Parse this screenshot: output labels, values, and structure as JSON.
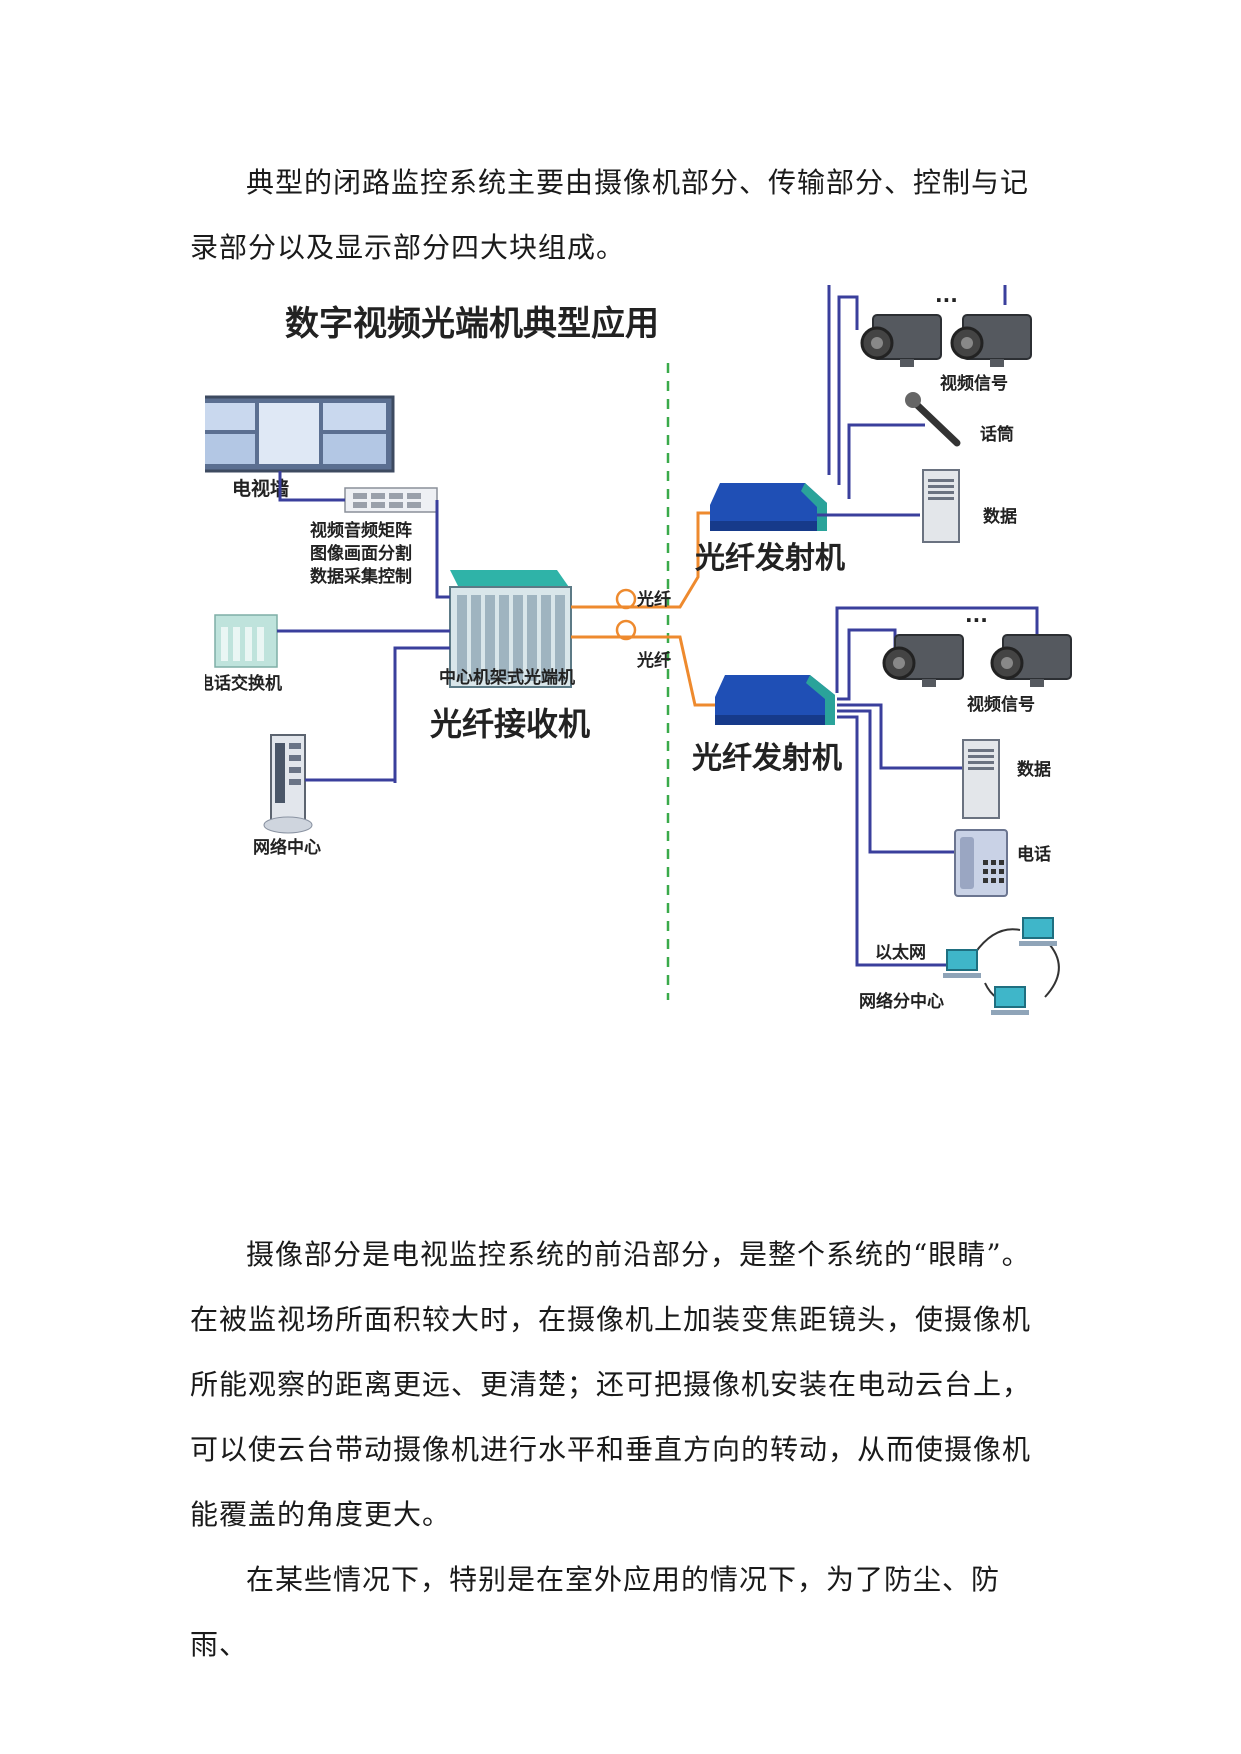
{
  "paragraphs": [
    "典型的闭路监控系统主要由摄像机部分、传输部分、控制与记录部分以及显示部分四大块组成。",
    "摄像部分是电视监控系统的前沿部分，是整个系统的“眼睛”。在被监视场所面积较大时，在摄像机上加装变焦距镜头，使摄像机所能观察的距离更远、更清楚；还可把摄像机安装在电动云台上，可以使云台带动摄像机进行水平和垂直方向的转动，从而使摄像机能覆盖的角度更大。",
    "在某些情况下，特别是在室外应用的情况下，为了防尘、防雨、"
  ],
  "figure": {
    "title": "数字视频光端机典型应用",
    "video_wall_label": "电视墙",
    "matrix_labels": [
      "视频音频矩阵",
      "图像画面分割",
      "数据采集控制"
    ],
    "phone_exchange_label": "电话交换机",
    "network_center_label": "网络中心",
    "rack_label": "中心机架式光端机",
    "receiver_label": "光纤接收机",
    "fiber_label_top": "光纤",
    "fiber_label_bottom": "光纤",
    "transmitter_top_label": "光纤发射机",
    "transmitter_bottom_label": "光纤发射机",
    "ellipsis_top": "···",
    "ellipsis_bottom": "···",
    "video_signal_top": "视频信号",
    "mic_label": "话筒",
    "data_top": "数据",
    "video_signal_bottom": "视频信号",
    "data_bottom": "数据",
    "phone_label": "电话",
    "ethernet_label": "以太网",
    "sub_center_label": "网络分中心",
    "colors": {
      "wire": "#3a3f9c",
      "fiber": "#ee8a2e",
      "divider": "#3aaa4a",
      "device": "#1f4fb5",
      "device_side": "#2aa39a"
    }
  }
}
